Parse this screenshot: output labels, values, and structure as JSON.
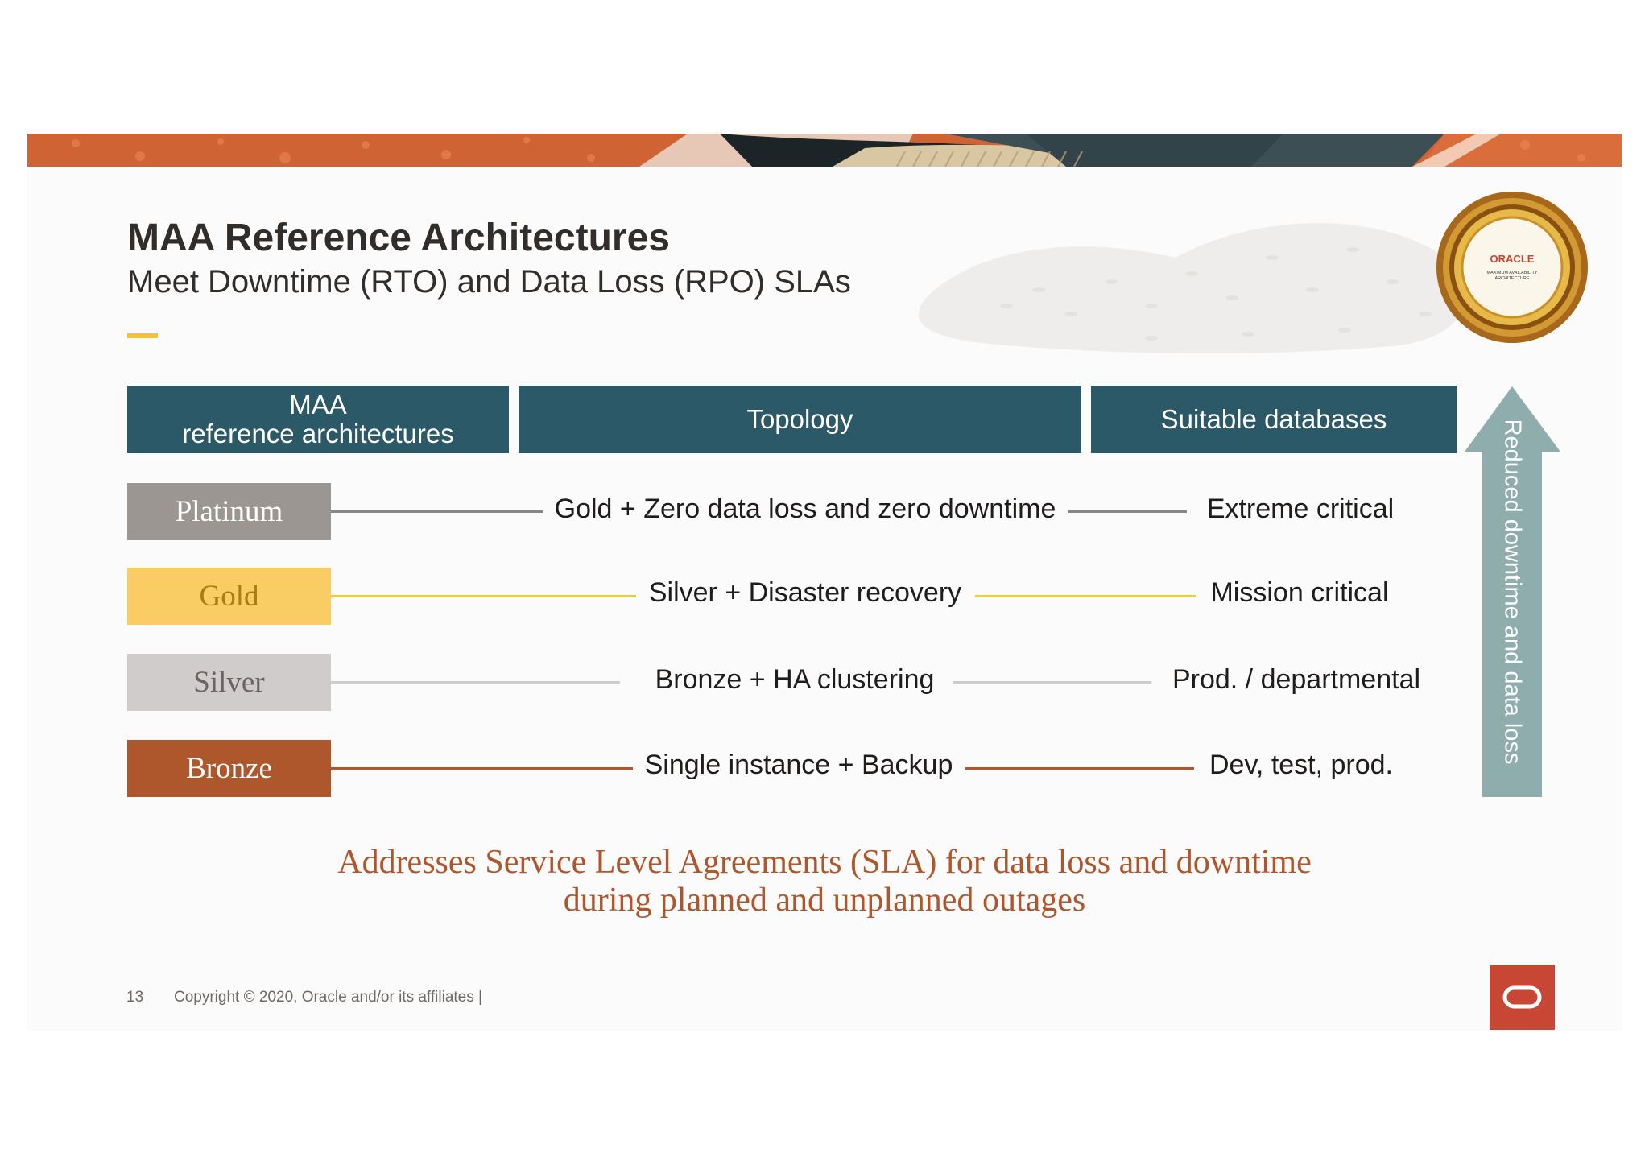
{
  "slide": {
    "title": "MAA Reference Architectures",
    "subtitle": "Meet Downtime (RTO) and Data Loss (RPO) SLAs",
    "accent_color": "#f0c33c"
  },
  "badge": {
    "brand": "ORACLE",
    "line1": "MAXIMUM AVAILABILITY",
    "line2": "ARCHITECTURE"
  },
  "table": {
    "headers": {
      "architectures_line1": "MAA",
      "architectures_line2": "reference architectures",
      "topology": "Topology",
      "databases": "Suitable databases"
    },
    "header_color": "#2c5967",
    "rows": [
      {
        "tier": "Platinum",
        "topology": "Gold + Zero data loss and zero downtime",
        "database": "Extreme critical",
        "color": "#9b9691",
        "line_color": "#8a8683"
      },
      {
        "tier": "Gold",
        "topology": "Silver + Disaster recovery",
        "database": "Mission critical",
        "color": "#f9cd63",
        "line_color": "#f0c94a"
      },
      {
        "tier": "Silver",
        "topology": "Bronze + HA clustering",
        "database": "Prod. / departmental",
        "color": "#cfcccb",
        "line_color": "#cfcccb"
      },
      {
        "tier": "Bronze",
        "topology": "Single instance + Backup",
        "database": "Dev, test, prod.",
        "color": "#ae562c",
        "line_color": "#ae562c"
      }
    ]
  },
  "arrow": {
    "label": "Reduced downtime and data loss",
    "color": "#8fadad"
  },
  "tagline": {
    "line1": "Addresses Service Level Agreements (SLA) for data loss and downtime",
    "line2": "during planned and unplanned outages",
    "color": "#ae562c"
  },
  "footer": {
    "page_number": "13",
    "copyright": "Copyright © 2020, Oracle and/or its affiliates  |"
  },
  "logo": {
    "color": "#c74634"
  }
}
